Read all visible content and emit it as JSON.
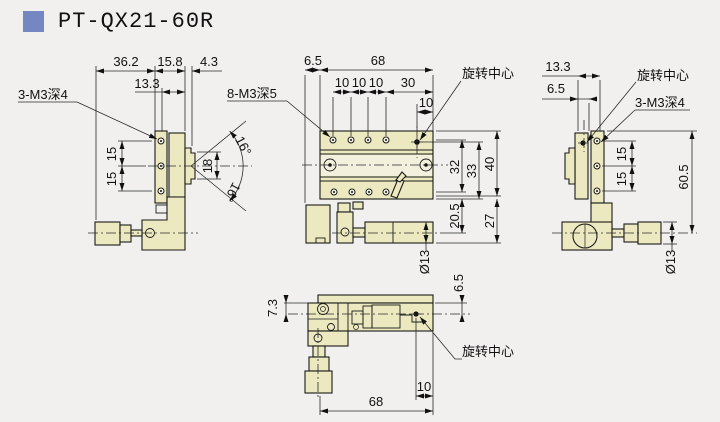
{
  "title": {
    "product_code": "PT-QX21-60R"
  },
  "colors": {
    "accent_square": "#7487c3",
    "part_fill": "#ece9c0",
    "part_fill_light": "#f3f1dd",
    "line": "#1a1a1a",
    "background": "#f1f0ee"
  },
  "drawing": {
    "side_view": {
      "dim_total_width": "36.2",
      "dim_plate_width": "15.8",
      "dim_clamp_width": "4.3",
      "dim_offset": "13.3",
      "dim_hole_pitch_upper": "15",
      "dim_hole_pitch_lower": "15",
      "dim_clamp_height": "18",
      "dim_angle_upper": "16°",
      "dim_angle_lower": "16°",
      "label_thread_holes": "3-M3深4"
    },
    "front_view": {
      "dim_edge_offset": "6.5",
      "dim_total_width": "68",
      "dim_pitch_1": "10",
      "dim_pitch_2": "10",
      "dim_pitch_3": "10",
      "dim_pitch_4": "30",
      "dim_center_offset": "10",
      "dim_hole_span": "32",
      "dim_center_height": "33",
      "dim_plate_height": "40",
      "dim_base_height": "20.5",
      "dim_total_base": "27",
      "dim_micrometer_dia": "Ø13",
      "label_thread_holes": "8-M3深5",
      "label_rotation_center": "旋转中心"
    },
    "bottom_view": {
      "dim_offset_left": "7.3",
      "dim_offset_right": "6.5",
      "dim_center_offset": "10",
      "dim_total_width": "68",
      "label_rotation_center": "旋转中心"
    },
    "right_view": {
      "dim_top_width": "13.3",
      "dim_center_offset": "6.5",
      "dim_hole_pitch_upper": "15",
      "dim_hole_pitch_lower": "15",
      "dim_total_height": "60.5",
      "dim_micrometer_dia": "Ø13",
      "label_rotation_center": "旋转中心",
      "label_thread_holes": "3-M3深4"
    }
  }
}
